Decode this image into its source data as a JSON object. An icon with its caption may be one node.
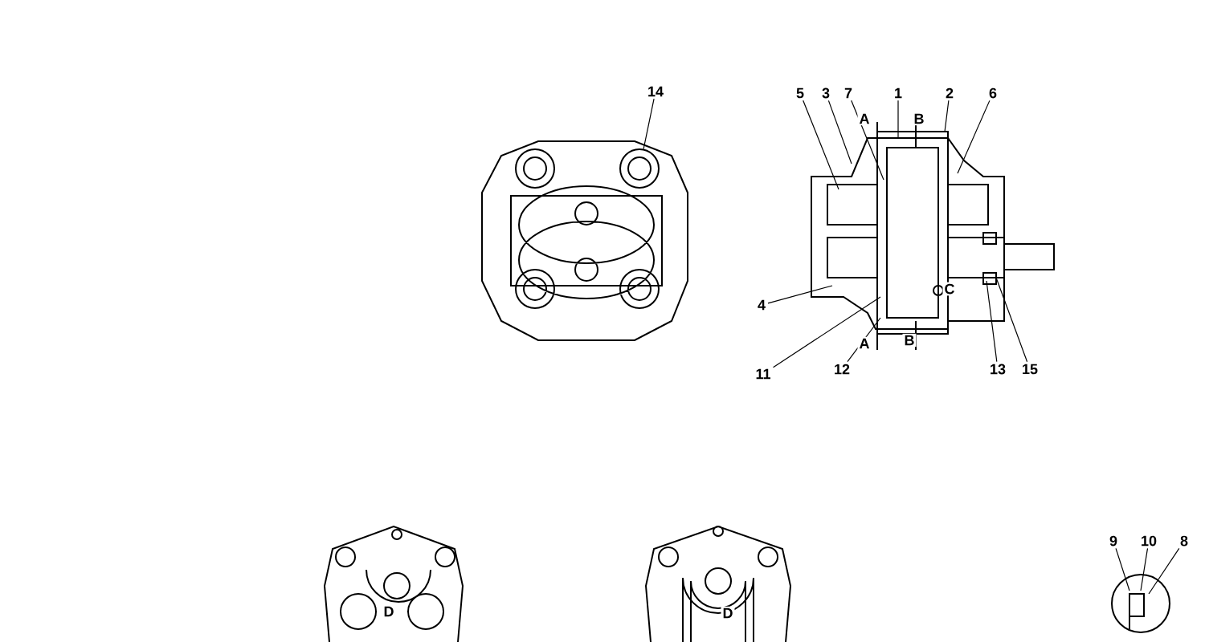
{
  "diagram": {
    "nodes": [
      {
        "text": [
          "14"
        ]
      },
      {
        "text": [
          "5"
        ]
      },
      {
        "text": [
          "3"
        ]
      },
      {
        "text": [
          "7"
        ]
      },
      {
        "text": [
          "1"
        ]
      },
      {
        "text": [
          "2"
        ]
      },
      {
        "text": [
          "6"
        ]
      },
      {
        "text": [
          "4"
        ]
      },
      {
        "text": [
          "11"
        ]
      },
      {
        "text": [
          "12"
        ]
      },
      {
        "text": [
          "13"
        ]
      },
      {
        "text": [
          "15"
        ]
      },
      {
        "text": [
          "9"
        ]
      },
      {
        "text": [
          "10"
        ]
      },
      {
        "text": [
          "8"
        ]
      },
      {
        "text": [],
        "shape": "circle"
      }
    ],
    "edges": [
      {
        "from": 0,
        "to": 15,
        "arrow": "none"
      },
      {
        "from": 1,
        "to": null,
        "arrow": "none"
      },
      {
        "from": 2,
        "to": null,
        "arrow": "none"
      },
      {
        "from": 3,
        "to": null,
        "arrow": "none"
      },
      {
        "from": 4,
        "to": null,
        "arrow": "none"
      },
      {
        "from": 5,
        "to": null,
        "arrow": "none"
      },
      {
        "from": 6,
        "to": null,
        "arrow": "none"
      },
      {
        "from": 7,
        "to": null,
        "arrow": "none"
      },
      {
        "from": 8,
        "to": null,
        "arrow": "none"
      },
      {
        "from": 9,
        "to": null,
        "arrow": "none"
      },
      {
        "from": 10,
        "to": null,
        "arrow": "none"
      },
      {
        "from": 11,
        "to": null,
        "arrow": "none"
      },
      {
        "from": 12,
        "to": null,
        "arrow": "none"
      },
      {
        "from": 13,
        "to": null,
        "arrow": "none"
      },
      {
        "from": 14,
        "to": null,
        "arrow": "none"
      }
    ],
    "labels": [
      "A",
      "B",
      "C",
      "A",
      "B",
      "D",
      "D"
    ]
  }
}
